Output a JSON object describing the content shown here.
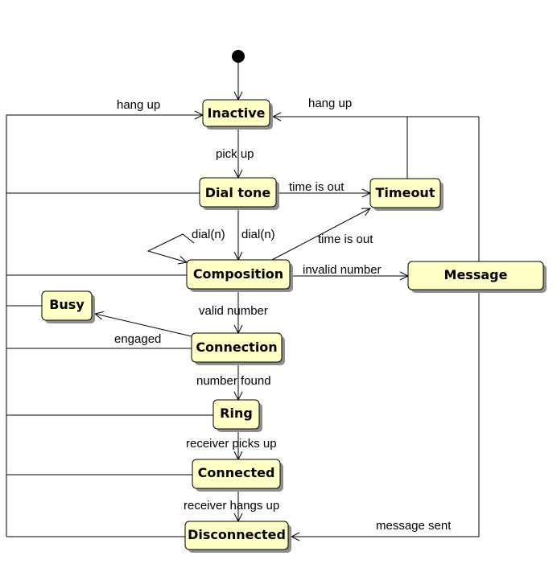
{
  "states": {
    "inactive": "Inactive",
    "dial_tone": "Dial tone",
    "timeout": "Timeout",
    "composition": "Composition",
    "message": "Message",
    "busy": "Busy",
    "connection": "Connection",
    "ring": "Ring",
    "connected": "Connected",
    "disconnected": "Disconnected"
  },
  "transitions": {
    "hang_up_left": "hang up",
    "hang_up_right": "hang up",
    "pick_up": "pick up",
    "time_is_out_1": "time is out",
    "dial_n_self": "dial(n)",
    "dial_n_down": "dial(n)",
    "time_is_out_2": "time is out",
    "invalid_number": "invalid number",
    "valid_number": "valid number",
    "engaged": "engaged",
    "number_found": "number found",
    "receiver_picks_up": "receiver picks up",
    "receiver_hangs_up": "receiver hangs up",
    "message_sent": "message sent"
  },
  "colors": {
    "state_fill": "#ffffc6",
    "state_border": "#000000",
    "shadow": "#8f8f8f",
    "line": "#000000"
  }
}
